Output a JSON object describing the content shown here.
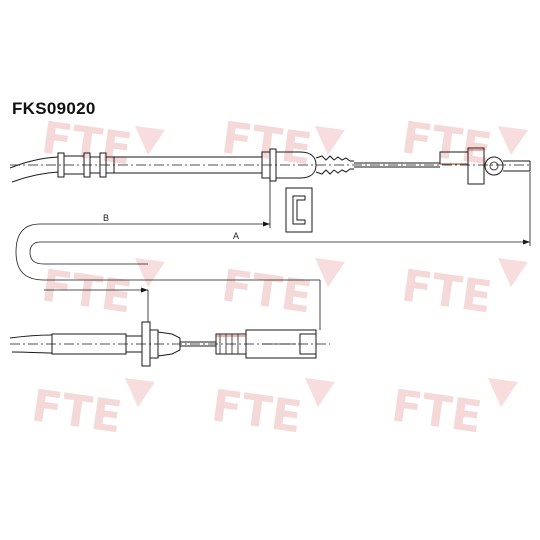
{
  "part_number": "FKS09020",
  "dimensions": {
    "a_label": "A",
    "b_label": "B"
  },
  "watermark": {
    "text": "FTE",
    "color": "#f1c9c9"
  },
  "colors": {
    "line": "#1a1a1a",
    "accent": "#c0392b"
  }
}
